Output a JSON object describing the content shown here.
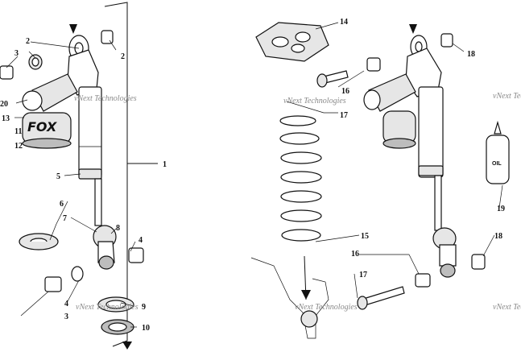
{
  "watermark": "vNext Technologies",
  "brand_logo": "FOX",
  "oil_label": "OIL",
  "callouts": {
    "c1": "1",
    "c2a": "2",
    "c2b": "2",
    "c3a": "3",
    "c3b": "3",
    "c4a": "4",
    "c4b": "4",
    "c5": "5",
    "c6": "6",
    "c7": "7",
    "c8": "8",
    "c9": "9",
    "c10": "10",
    "c11": "11",
    "c12": "12",
    "c13": "13",
    "c14": "14",
    "c15": "15",
    "c16a": "16",
    "c16b": "16",
    "c17a": "17",
    "c17b": "17",
    "c18a": "18",
    "c18b": "18",
    "c19": "19",
    "c20": "20"
  }
}
